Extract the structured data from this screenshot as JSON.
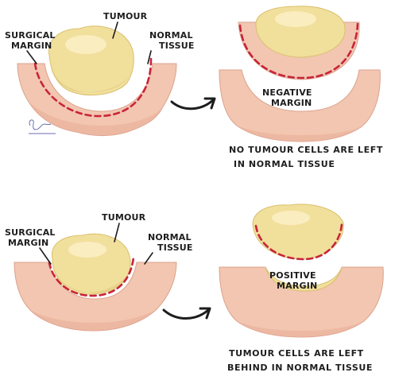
{
  "top_panel": {
    "tumour_label": "TUMOUR",
    "surgical_margin_label": [
      "SURGICAL",
      "MARGIN"
    ],
    "normal_tissue_label": [
      "NORMAL",
      "TISSUE"
    ],
    "result_label": [
      "NEGATIVE",
      "MARGIN"
    ],
    "caption": [
      "NO TUMOUR CELLS ARE LEFT",
      "IN NORMAL TISSUE"
    ]
  },
  "bottom_panel": {
    "tumour_label": "TUMOUR",
    "surgical_margin_label": [
      "SURGICAL",
      "MARGIN"
    ],
    "normal_tissue_label": [
      "NORMAL",
      "TISSUE"
    ],
    "result_label": [
      "POSITIVE",
      "MARGIN"
    ],
    "caption": [
      "TUMOUR CELLS ARE LEFT",
      "BEHIND IN NORMAL TISSUE"
    ]
  },
  "colors": {
    "tissue": "#f2c6b0",
    "tumour": "#f1df9c",
    "margin_line": "#c8243a",
    "text": "#1d1d1d"
  }
}
